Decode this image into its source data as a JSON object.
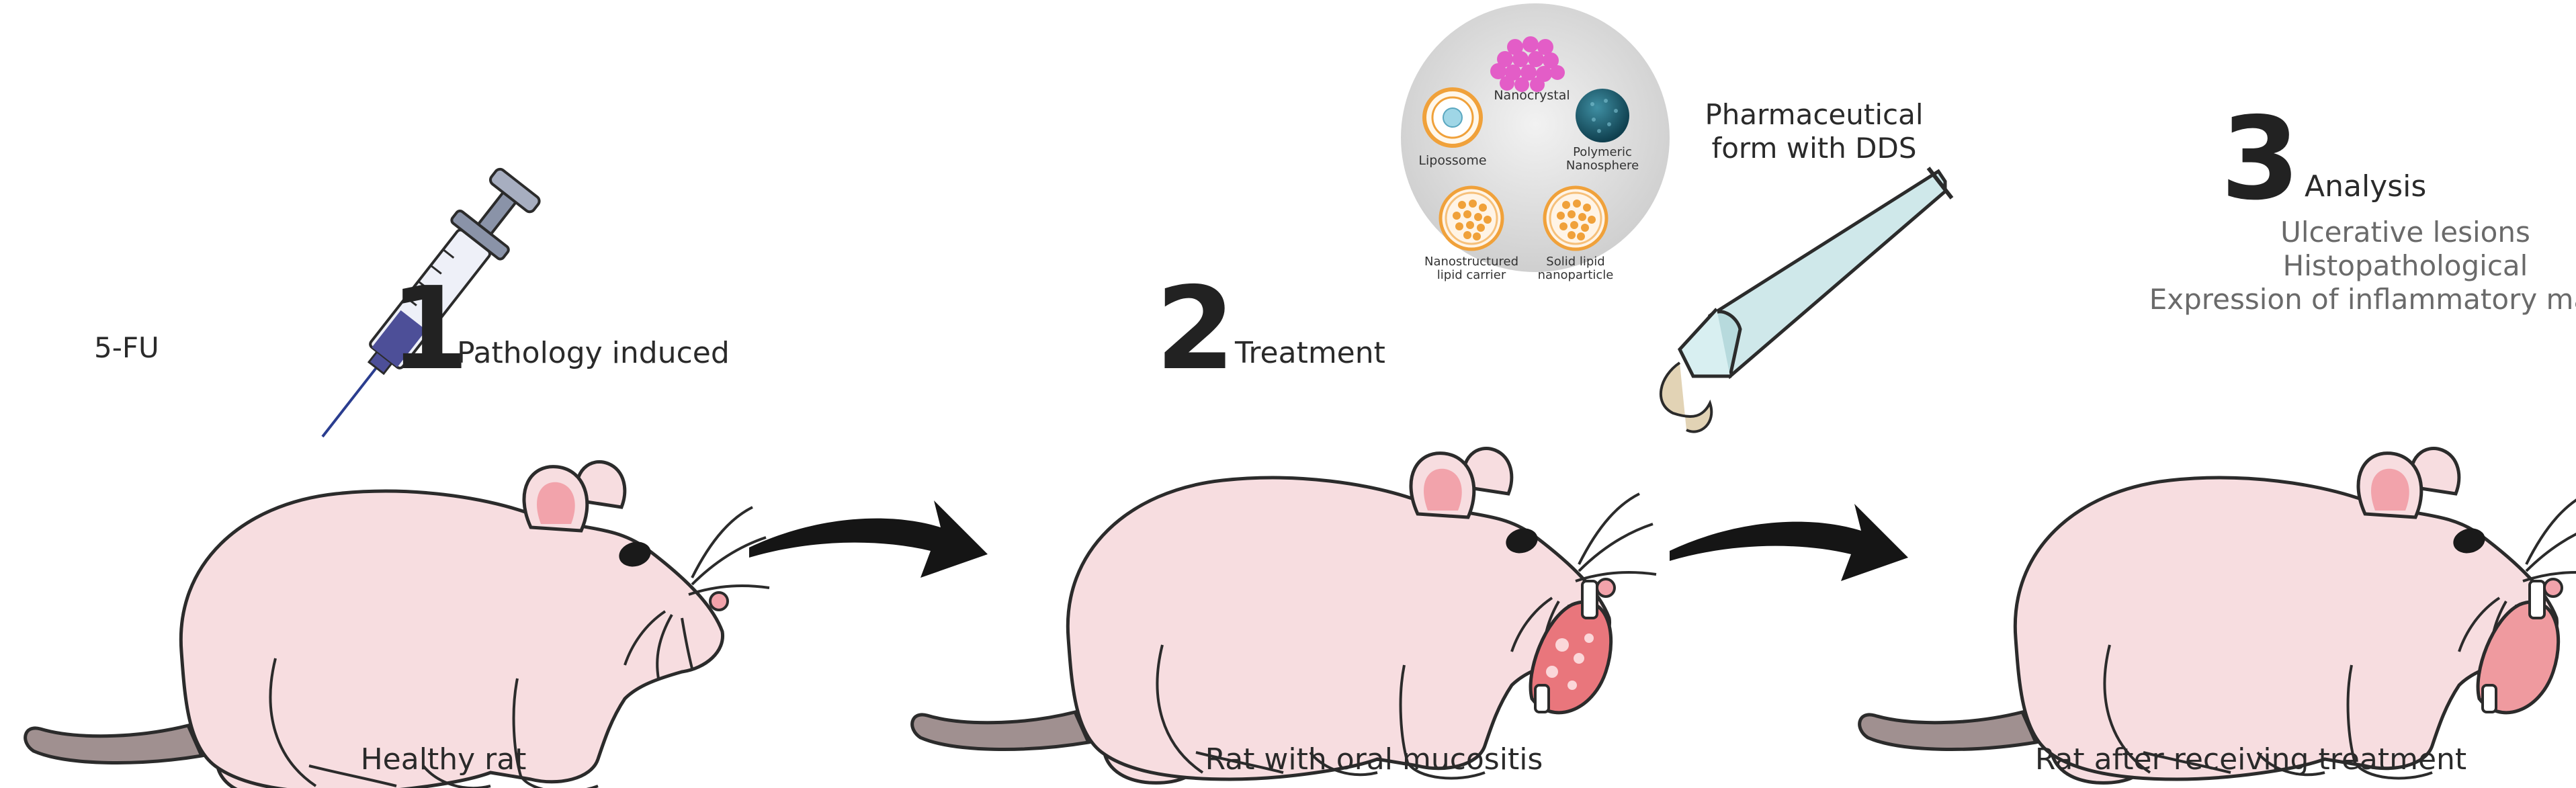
{
  "drug_label": "5-FU",
  "steps": [
    {
      "number": "1",
      "title": "Pathology induced",
      "caption": "Healthy rat"
    },
    {
      "number": "2",
      "title": "Treatment",
      "caption": "Rat with oral mucositis"
    },
    {
      "number": "3",
      "title": "Analysis",
      "caption": "Rat after receiving treatment"
    }
  ],
  "analysis_items": [
    "Ulcerative lesions",
    "Histopathological",
    "Expression of inflammatory markers"
  ],
  "dds_label": {
    "line1": "Pharmaceutical",
    "line2": "form with DDS"
  },
  "nanocarriers": {
    "nanocrystal": "Nanocrystal",
    "liposome": "Lipossome",
    "polymeric_line1": "Polymeric",
    "polymeric_line2": "Nanosphere",
    "nlc_line1": "Nanostructured",
    "nlc_line2": "lipid carrier",
    "sln_line1": "Solid lipid",
    "sln_line2": "nanoparticle"
  },
  "colors": {
    "rat_body": "#f7dde0",
    "rat_outline": "#2b2b2b",
    "ear_inner": "#f2a3ab",
    "tail": "#a09090",
    "mouth": "#e9767c",
    "syringe_plunger": "#8a93a8",
    "syringe_liquid": "#4d4f98",
    "tube": "#cfe8ea",
    "paste": "#e2d3b5",
    "circle_bg": "#dcdcdc",
    "nanocrystal": "#e35dc7",
    "polymeric": "#1a5f73",
    "lipid": "#f0a13a",
    "arrow": "#151515"
  }
}
